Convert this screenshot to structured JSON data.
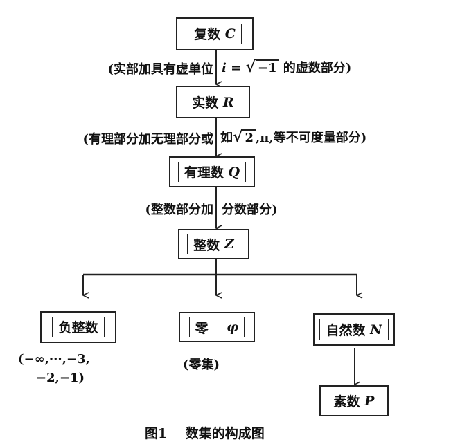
{
  "nodes": {
    "complex": {
      "label": "复数",
      "symbol": "C"
    },
    "real": {
      "label": "实数",
      "symbol": "R"
    },
    "rational": {
      "label": "有理数",
      "symbol": "Q"
    },
    "integer": {
      "label": "整数",
      "symbol": "Z"
    },
    "negative": {
      "label": "负整数",
      "symbol": ""
    },
    "zero": {
      "label": "零",
      "symbol": "φ"
    },
    "natural": {
      "label": "自然数",
      "symbol": "N"
    },
    "prime": {
      "label": "素数",
      "symbol": "P"
    }
  },
  "annotations": {
    "complex_to_real": {
      "left": "(实部加具有虚单位",
      "right_pre": "i = ",
      "right_sqrt": "−1",
      "right_post": " 的虚数部分)"
    },
    "real_to_rational": {
      "left": "(有理部分加无理部分或",
      "right_pre": "如",
      "right_sqrt": "2",
      "right_post": ",π,等不可度量部分)"
    },
    "rational_to_integer": {
      "left": "(整数部分加",
      "right": "分数部分)"
    }
  },
  "notes": {
    "negative_line1": "(−∞,···,−3,",
    "negative_line2": "−2,−1)",
    "zero": "(零集)"
  },
  "caption": {
    "figure": "图1",
    "title": "数集的构成图"
  }
}
